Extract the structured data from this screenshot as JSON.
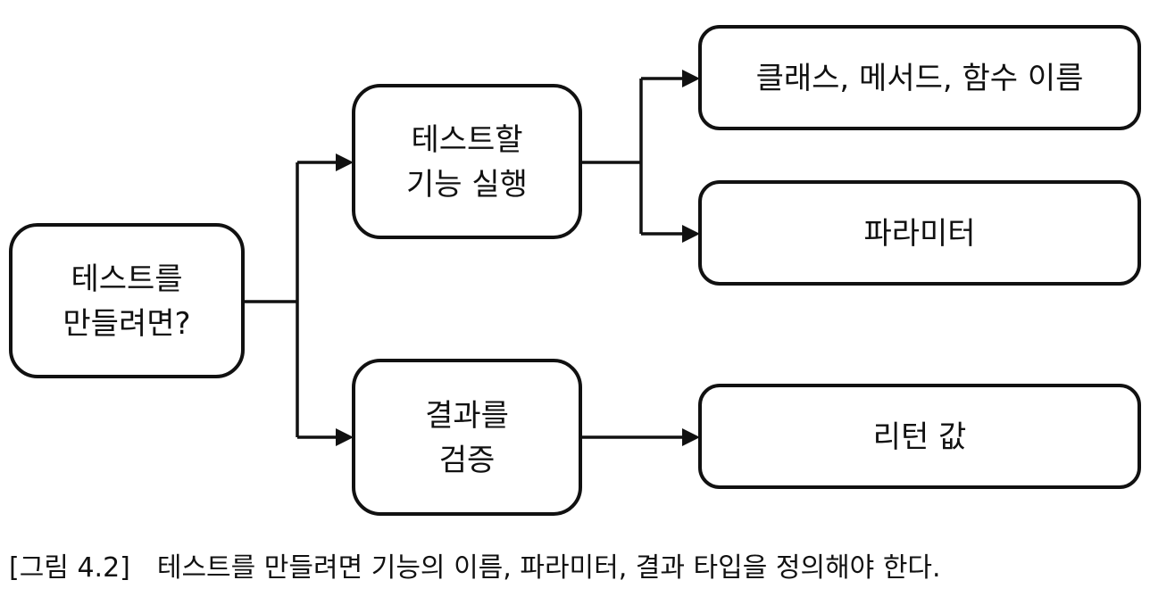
{
  "diagram": {
    "nodes": {
      "root": {
        "line1": "테스트를",
        "line2": "만들려면?"
      },
      "run": {
        "line1": "테스트할",
        "line2": "기능 실행"
      },
      "verify": {
        "line1": "결과를",
        "line2": "검증"
      },
      "names": {
        "label": "클래스, 메서드, 함수 이름"
      },
      "params": {
        "label": "파라미터"
      },
      "returns": {
        "label": "리턴 값"
      }
    },
    "colors": {
      "stroke": "#111111",
      "fill": "#ffffff",
      "text": "#111111"
    }
  },
  "caption": {
    "figure_label": "[그림 4.2]",
    "text": "테스트를 만들려면 기능의 이름, 파라미터, 결과 타입을 정의해야 한다."
  }
}
